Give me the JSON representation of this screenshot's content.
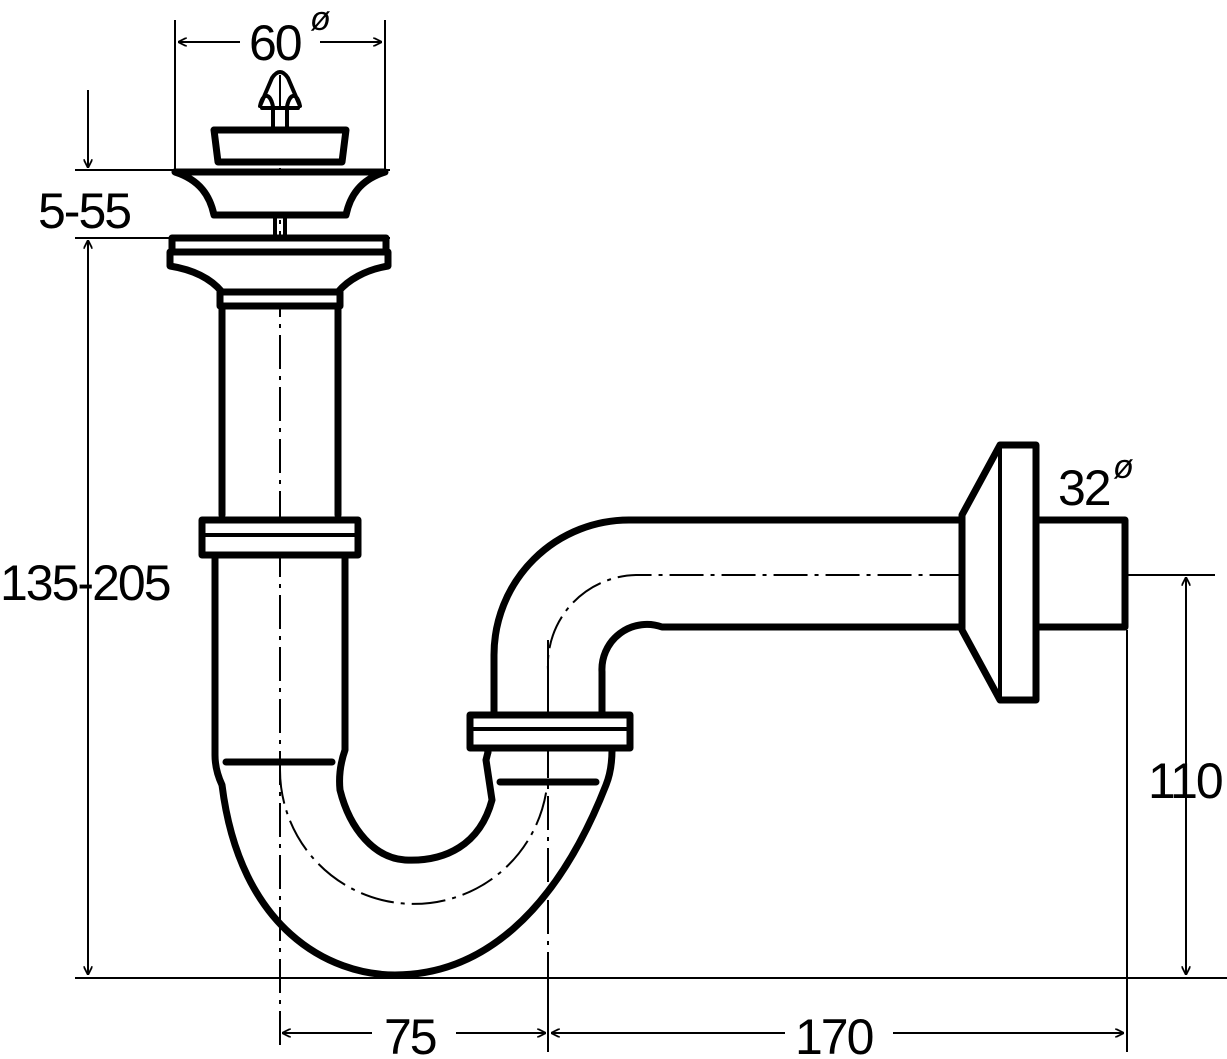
{
  "dimensions": {
    "top_diameter": {
      "value": "60",
      "symbol": "ø"
    },
    "outlet_diameter": {
      "value": "32",
      "symbol": "ø"
    },
    "drain_adjust": "5-55",
    "total_height": "135-205",
    "outlet_height": "110",
    "trap_offset": "75",
    "outlet_length": "170"
  },
  "colors": {
    "line": "#000000",
    "background": "#ffffff"
  }
}
